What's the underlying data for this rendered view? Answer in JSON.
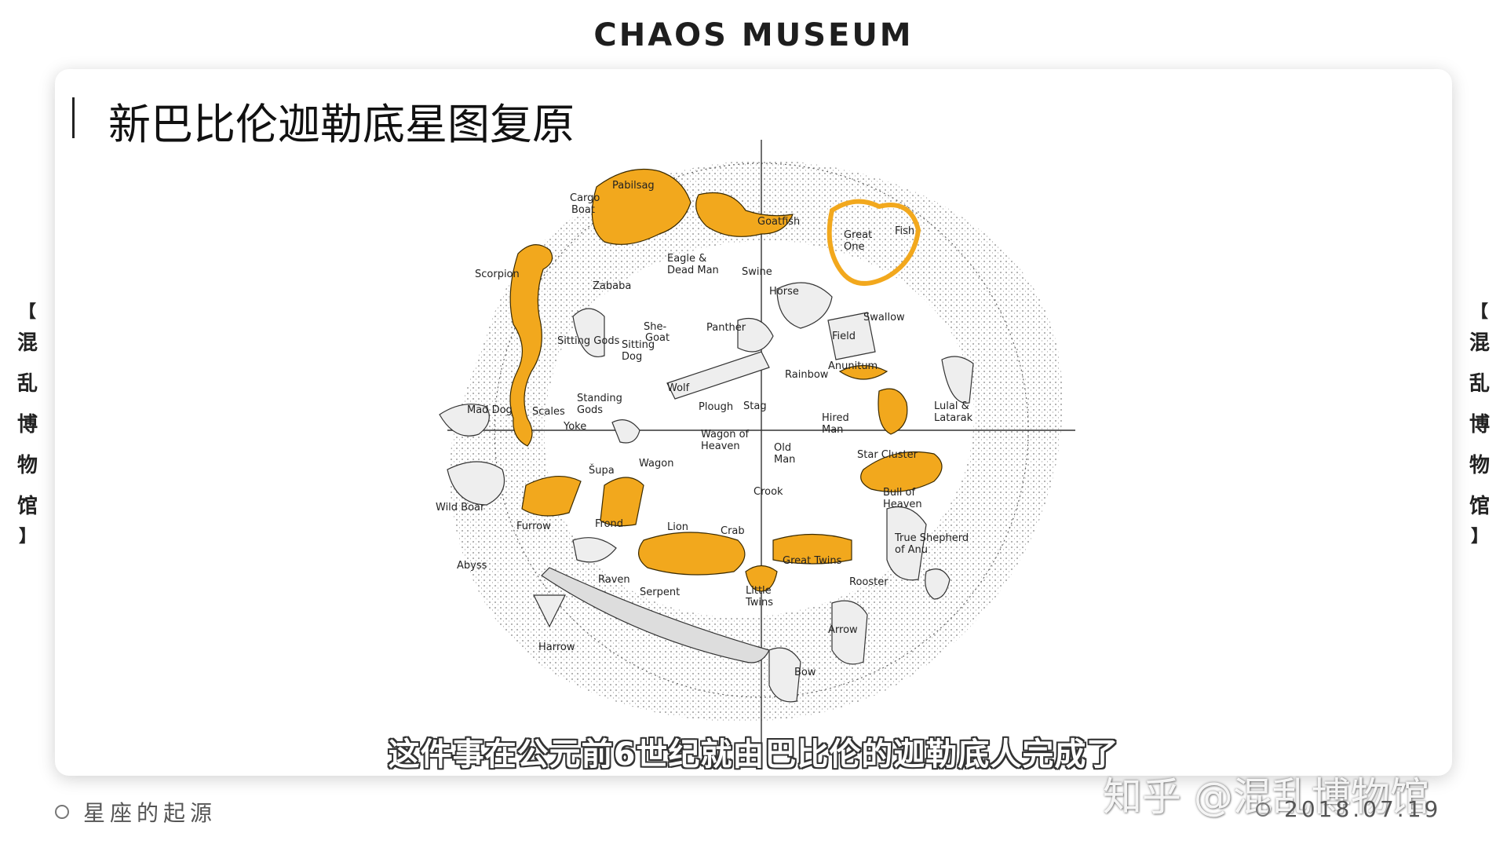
{
  "header": {
    "brand": "CHAOS MUSEUM"
  },
  "slide": {
    "title": "新巴比伦迦勒底星图复原",
    "subtitle": "这件事在公元前6世纪就由巴比伦的迦勒底人完成了"
  },
  "side_label": {
    "open_bracket": "【",
    "chars": [
      "混",
      "乱",
      "博",
      "物",
      "馆"
    ],
    "close_bracket": "】"
  },
  "footer": {
    "section": "星座的起源",
    "date": "2018.07.19"
  },
  "watermark": "知乎 @混乱博物馆",
  "star_map": {
    "highlight_color": "#f2a81d",
    "labels": {
      "pabilsag": "Pabilsag",
      "cargo": "Cargo",
      "boat": "Boat",
      "goatfish": "Goatfish",
      "great": "Great",
      "one": "One",
      "fish": "Fish",
      "scorpion": "Scorpion",
      "eagle": "Eagle &",
      "dead_man": "Dead Man",
      "swine": "Swine",
      "zababa": "Zababa",
      "horse": "Horse",
      "swallow": "Swallow",
      "she": "She-",
      "goat": "Goat",
      "panther": "Panther",
      "field": "Field",
      "sitting_gods": "Sitting Gods",
      "sitting": "Sitting",
      "dog": "Dog",
      "anunitum": "Anunitum",
      "rainbow": "Rainbow",
      "wolf": "Wolf",
      "mad_dog": "Mad Dog",
      "scales": "Scales",
      "standing": "Standing",
      "gods": "Gods",
      "plough": "Plough",
      "stag": "Stag",
      "hired": "Hired",
      "man": "Man",
      "lulal": "Lulal &",
      "latarak": "Latarak",
      "yoke": "Yoke",
      "wagon_of": "Wagon of",
      "heaven": "Heaven",
      "supa": "Šupa",
      "old": "Old",
      "old_man": "Man",
      "star_cluster": "Star Cluster",
      "wagon": "Wagon",
      "crook": "Crook",
      "bull_of": "Bull of",
      "bull_heaven": "Heaven",
      "wild_boar": "Wild Boar",
      "furrow": "Furrow",
      "frond": "Frond",
      "lion": "Lion",
      "crab": "Crab",
      "true_shepherd": "True Shepherd",
      "of_anu": "of Anu",
      "great_twins": "Great Twins",
      "abyss": "Abyss",
      "raven": "Raven",
      "little": "Little",
      "twins": "Twins",
      "rooster": "Rooster",
      "serpent": "Serpent",
      "arrow": "Arrow",
      "harrow": "Harrow",
      "bow": "Bow"
    }
  }
}
